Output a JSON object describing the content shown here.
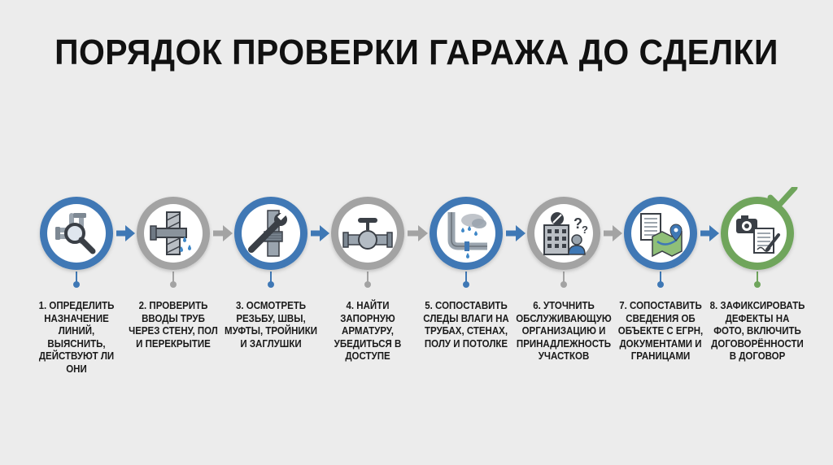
{
  "title": "ПОРЯДОК ПРОВЕРКИ ГАРАЖА ДО СДЕЛКИ",
  "colors": {
    "blue": "#3f78b5",
    "gray": "#a3a3a3",
    "green": "#6fa55c",
    "background": "#ececec"
  },
  "steps": [
    {
      "label": "1. ОПРЕДЕЛИТЬ НАЗНАЧЕНИЕ ЛИНИЙ, ВЫЯСНИТЬ, ДЕЙСТВУЮТ ЛИ ОНИ",
      "ring": "blue",
      "icon": "magnifier-pipe-icon"
    },
    {
      "label": "2. ПРОВЕРИТЬ ВВОДЫ ТРУБ ЧЕРЕЗ СТЕНУ, ПОЛ И ПЕРЕКРЫТИЕ",
      "ring": "gray",
      "icon": "pipe-through-wall-icon"
    },
    {
      "label": "3. ОСМОТРЕТЬ РЕЗЬБУ, ШВЫ, МУФТЫ, ТРОЙНИКИ И ЗАГЛУШКИ",
      "ring": "blue",
      "icon": "wrench-fitting-icon"
    },
    {
      "label": "4. НАЙТИ ЗАПОРНУЮ АРМАТУРУ, УБЕДИТЬСЯ В ДОСТУПЕ",
      "ring": "gray",
      "icon": "valve-icon"
    },
    {
      "label": "5. СОПОСТАВИТЬ СЛЕДЫ ВЛАГИ НА ТРУБАХ, СТЕНАХ, ПОЛУ И ПОТОЛКЕ",
      "ring": "blue",
      "icon": "moisture-pipe-icon"
    },
    {
      "label": "6. УТОЧНИТЬ ОБСЛУЖИВАЮЩУЮ ОРГАНИЗАЦИЮ И ПРИНАДЛЕЖНОСТЬ УЧАСТКОВ",
      "ring": "gray",
      "icon": "building-question-icon"
    },
    {
      "label": "7. СОПОСТАВИТЬ СВЕДЕНИЯ ОБ ОБЪЕКТЕ С ЕГРН, ДОКУМЕНТАМИ И ГРАНИЦАМИ",
      "ring": "blue",
      "icon": "document-map-icon"
    },
    {
      "label": "8. ЗАФИКСИРОВАТЬ ДЕФЕКТЫ НА ФОТО, ВКЛЮЧИТЬ ДОГОВОРЁННОСТИ В ДОГОВОР",
      "ring": "green",
      "icon": "camera-contract-check-icon"
    }
  ]
}
